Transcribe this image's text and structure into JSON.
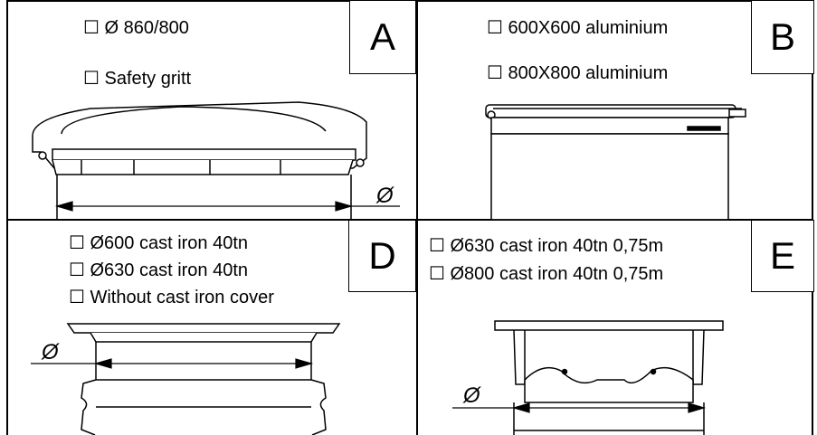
{
  "panels": {
    "a": {
      "letter": "A",
      "options": [
        "☐ Ø 860/800",
        "☐ Safety gritt"
      ],
      "diameter_symbol": "Ø"
    },
    "b": {
      "letter": "B",
      "options": [
        "☐ 600X600 aluminium",
        "☐ 800X800 aluminium"
      ]
    },
    "d": {
      "letter": "D",
      "options": [
        "☐ Ø600 cast iron 40tn",
        "☐ Ø630 cast iron 40tn",
        "☐ Without cast iron cover"
      ],
      "diameter_symbol": "Ø"
    },
    "e": {
      "letter": "E",
      "options": [
        "☐ Ø630 cast iron 40tn 0,75m",
        "☐ Ø800 cast iron 40tn 0,75m"
      ],
      "diameter_symbol": "Ø"
    }
  }
}
